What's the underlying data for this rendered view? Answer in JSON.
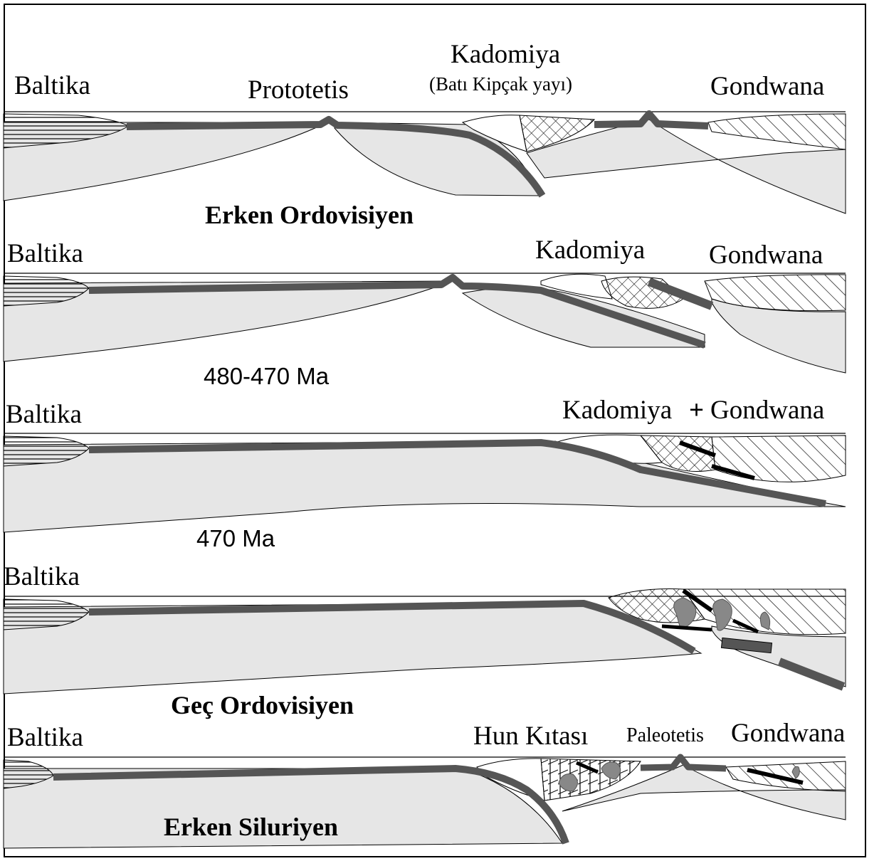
{
  "panels": [
    {
      "id": "p1",
      "labels": {
        "baltika": "Baltika",
        "ocean": "Prototetis",
        "arc": "Kadomiya",
        "arc_sub": "(Batı Kipçak yayı)",
        "gondwana": "Gondwana"
      },
      "caption": "Erken Ordovisiyen"
    },
    {
      "id": "p2",
      "labels": {
        "baltika": "Baltika",
        "arc": "Kadomiya",
        "gondwana": "Gondwana"
      },
      "caption": "480-470 Ma"
    },
    {
      "id": "p3",
      "labels": {
        "baltika": "Baltika",
        "arc": "Kadomiya",
        "plus": "+",
        "gondwana": "Gondwana"
      },
      "caption": "470 Ma"
    },
    {
      "id": "p4",
      "labels": {
        "baltika": "Baltika"
      },
      "caption": "Geç Ordovisiyen"
    },
    {
      "id": "p5",
      "labels": {
        "baltika": "Baltika",
        "hun": "Hun Kıtası",
        "ocean": "Paleotetis",
        "gondwana": "Gondwana"
      },
      "caption": "Erken Siluriyen"
    }
  ],
  "colors": {
    "slab": "#555555",
    "mantle": "#e6e6e6",
    "line": "#000000",
    "background": "#ffffff"
  }
}
